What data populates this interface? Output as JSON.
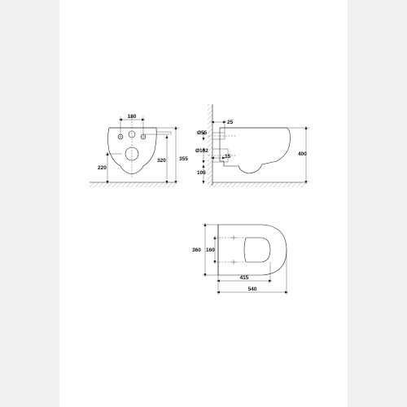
{
  "front_view": {
    "dim_width": "180",
    "dim_height_220": "220",
    "dim_height_320": "320",
    "dim_height_355": "355"
  },
  "side_view": {
    "dim_25": "25",
    "dim_55": "Ø55",
    "dim_102": "Ø102",
    "dim_15": "15",
    "dim_106": "106",
    "dim_400": "400"
  },
  "top_view": {
    "dim_360": "360",
    "dim_160": "160",
    "dim_415": "415",
    "dim_540": "540"
  }
}
